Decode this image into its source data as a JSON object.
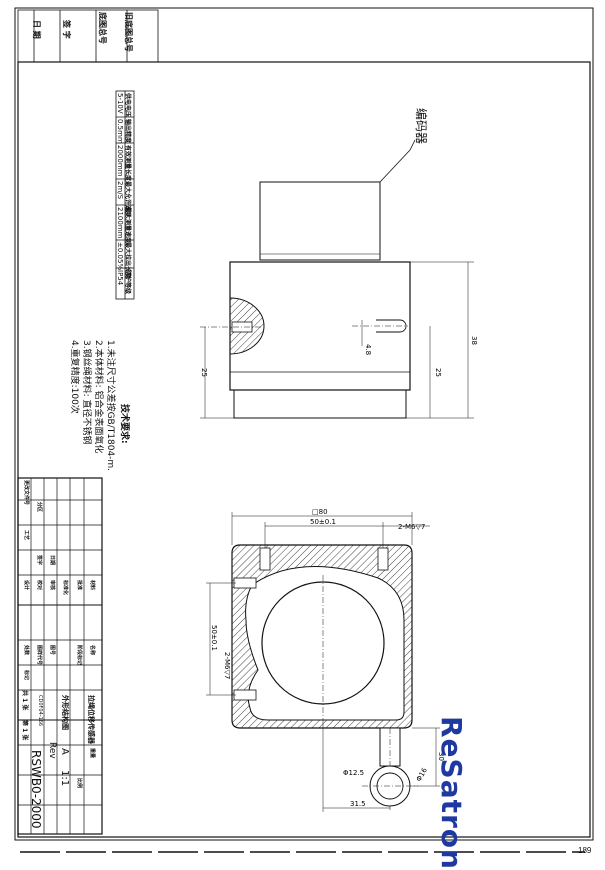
{
  "page_number": "189",
  "brand": {
    "logo_text": "ReSatron",
    "color": "#1e3aa0"
  },
  "margin_labels": {
    "label1": "旧底图总号",
    "label2": "底图总号",
    "label3": "签 字",
    "label4": "日 期"
  },
  "encoder_label": "编码器",
  "spec_table": {
    "headers": [
      "供电电压",
      "输出精度",
      "有效测量长度",
      "最大允许速度",
      "防护等级"
    ],
    "values": [
      "5-10V",
      "0.5mm",
      "2000mm",
      "2m/S",
      "IP54"
    ],
    "extra_headers": [
      "最大测量速度",
      "最大拉出长度"
    ],
    "extra_values": [
      "2100mm",
      "±0.05%"
    ]
  },
  "tech_requirements": {
    "title": "技术要求:",
    "items": [
      "1.未注尺寸公差按GB/T1804-m.",
      "2.本体材料: 铝合金表面氧化",
      "3.钢丝绳材料: 直径不锈钢",
      "4.重复精度:100次"
    ]
  },
  "dimensions": {
    "height_total": "38",
    "left_height": "25",
    "right_height": "25",
    "slot_depth": "4.8",
    "width_square": "□80",
    "hole_spacing": "50±0.1",
    "thread_top": "2-M6▽7",
    "side_spacing": "50±0.1",
    "thread_side": "2-M6▽7",
    "ring_dia_1": "Φ12.5",
    "ring_dia_2": "Φ16",
    "cable_offset": "30",
    "ring_offset": "31.5"
  },
  "title_block": {
    "product_name": "拉绳位移传感器",
    "drawing_title": "外形结构图",
    "drawing_number": "RSWB0-2000",
    "scale": "1:1",
    "rev": "A",
    "sheet_total": "共 1 张",
    "sheet_index": "第 1 张",
    "weight_label": "重量",
    "scale_label": "比例",
    "rev_label": "Rev",
    "labels": [
      "设计",
      "校对",
      "审核",
      "工艺",
      "标准化",
      "批准",
      "日期",
      "签字",
      "更改文件号",
      "分区",
      "处数",
      "标记",
      "阶段标记",
      "图样代号",
      "材料",
      "图号",
      "名称"
    ],
    "code": "CD0F04-166"
  }
}
